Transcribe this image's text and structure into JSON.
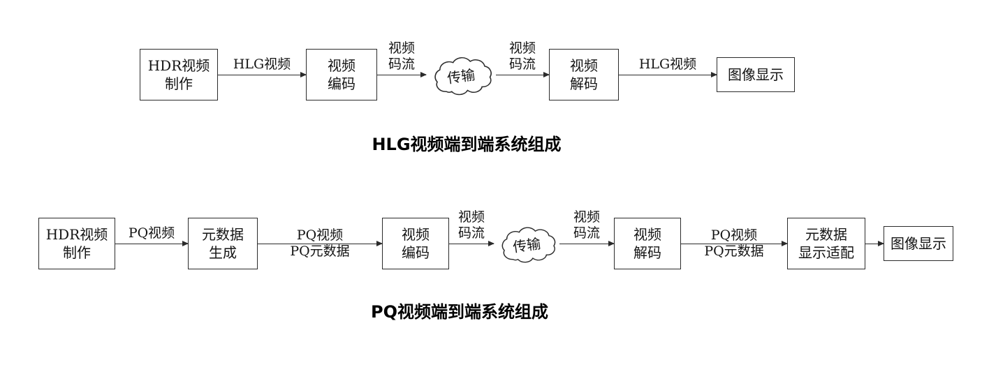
{
  "flows": {
    "hlg": {
      "title": "HLG视频端到端系统组成",
      "boxes": {
        "hdr": {
          "line1": "HDR视频",
          "line2": "制作"
        },
        "encode": {
          "line1": "视频",
          "line2": "编码"
        },
        "decode": {
          "line1": "视频",
          "line2": "解码"
        },
        "display": {
          "line1": "图像显示"
        }
      },
      "labels": {
        "hlg_in": "HLG视频",
        "stream_in": {
          "line1": "视频",
          "line2": "码流"
        },
        "stream_out": {
          "line1": "视频",
          "line2": "码流"
        },
        "hlg_out": "HLG视频"
      },
      "cloud": "传输"
    },
    "pq": {
      "title": "PQ视频端到端系统组成",
      "boxes": {
        "hdr": {
          "line1": "HDR视频",
          "line2": "制作"
        },
        "meta_gen": {
          "line1": "元数据",
          "line2": "生成"
        },
        "encode": {
          "line1": "视频",
          "line2": "编码"
        },
        "decode": {
          "line1": "视频",
          "line2": "解码"
        },
        "meta_adapt": {
          "line1": "元数据",
          "line2": "显示适配"
        },
        "display": {
          "line1": "图像显示"
        }
      },
      "labels": {
        "pq_in": "PQ视频",
        "pq_meta_in": {
          "line1": "PQ视频",
          "line2": "PQ元数据"
        },
        "stream_in": {
          "line1": "视频",
          "line2": "码流"
        },
        "stream_out": {
          "line1": "视频",
          "line2": "码流"
        },
        "pq_meta_out": {
          "line1": "PQ视频",
          "line2": "PQ元数据"
        }
      },
      "cloud": "传输"
    }
  }
}
